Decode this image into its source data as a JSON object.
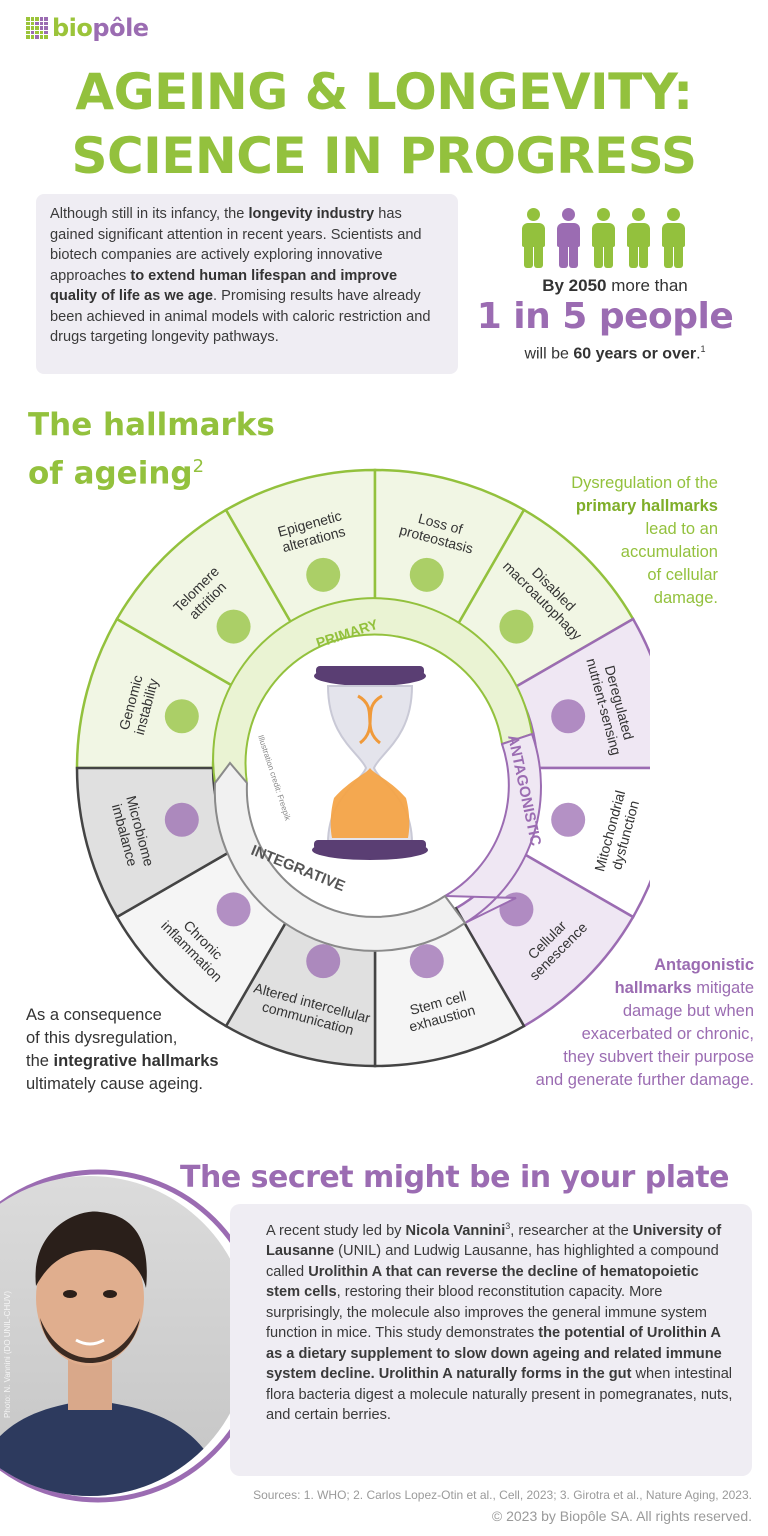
{
  "logo": {
    "brand": "bio",
    "brand_accent": "pôle"
  },
  "title": {
    "line1": "AGEING & LONGEVITY:",
    "line2": "SCIENCE IN PROGRESS"
  },
  "intro": {
    "p1": "Although still in its infancy, the ",
    "b1": "longevity industry",
    "p2": " has gained significant attention in recent years. Scientists and biotech companies are actively exploring innovative approaches ",
    "b2": "to extend human lifespan and improve quality of life as we age",
    "p3": ". Promising results have already been achieved in animal models with caloric restriction and drugs targeting longevity pathways."
  },
  "stat": {
    "year": "By 2050",
    "pre": " more than",
    "big": "1 in 5 people",
    "will": "will be ",
    "age": "60 years or over",
    "ref": "1"
  },
  "hallmarks": {
    "title1": "The hallmarks",
    "title2": "of ageing",
    "ref": "2",
    "ring": {
      "primary": "PRIMARY",
      "antagonistic": "ANTAGONISTIC",
      "integrative": "INTEGRATIVE"
    },
    "credit": "Illustration credit: Freepik",
    "segments": {
      "genomic": [
        "Genomic",
        "instability"
      ],
      "telomere": [
        "Telomere",
        "attrition"
      ],
      "epigenetic": [
        "Epigenetic",
        "alterations"
      ],
      "proteostasis": [
        "Loss of",
        "proteostasis"
      ],
      "autophagy": [
        "Disabled",
        "macroautophagy"
      ],
      "nutrient": [
        "Deregulated",
        "nutrient-sensing"
      ],
      "mito": [
        "Mitochondrial",
        "dysfunction"
      ],
      "senescence": [
        "Cellular",
        "senescence"
      ],
      "stemcell": [
        "Stem cell",
        "exhaustion"
      ],
      "intercellular": [
        "Altered intercellular",
        "communication"
      ],
      "inflammation": [
        "Chronic",
        "inflammation"
      ],
      "microbiome": [
        "Microbiome",
        "imbalance"
      ]
    },
    "note_primary": {
      "a": "Dysregulation of the",
      "b": "primary hallmarks",
      "c": "lead to an",
      "d": "accumulation",
      "e": "of cellular",
      "f": "damage."
    },
    "note_antag": {
      "a": "Antagonistic",
      "b": "hallmarks",
      "c": " mitigate",
      "d": "damage but when",
      "e": "exacerbated or chronic,",
      "f": "they subvert their purpose",
      "g": "and generate further damage."
    },
    "note_integ": {
      "a": "As a consequence",
      "b": "of this dysregulation,",
      "c": "the ",
      "d": "integrative hallmarks",
      "e": "ultimately cause ageing."
    }
  },
  "secret": {
    "title": "The secret might be in your plate",
    "photo_credit": "Photo: N. Vannini (DO UNIL-CHUV)",
    "t1": "A recent study led by ",
    "b1": "Nicola Vannini",
    "ref": "3",
    "t2": ", researcher at the ",
    "b2": "University of Lausanne",
    "t3": " (UNIL) and Ludwig Lausanne, has highlighted a compound called ",
    "b3": "Urolithin A that can reverse the decline of hematopoietic stem cells",
    "t4": ", restoring their blood reconstitution capacity. More surprisingly, the molecule also improves the general immune system function in mice. This study demonstrates ",
    "b4": "the potential of Urolithin A as a dietary supplement to slow down ageing and related immune system decline. Urolithin A naturally forms in the gut",
    "t5": " when intestinal flora bacteria digest a molecule naturally present in pomegranates, nuts, and certain berries."
  },
  "footer": {
    "sources": "Sources: 1. WHO; 2. Carlos Lopez-Otin et al., Cell, 2023; 3. Girotra et al., Nature Aging, 2023.",
    "copyright": "© 2023 by Biopôle SA. All rights reserved."
  },
  "colors": {
    "green": "#93c13d",
    "purple": "#9b6cb2",
    "lightgreen": "#f1f6e4",
    "lightpurple": "#efe7f3",
    "gray": "#e0e0e0",
    "lightgray": "#f3f3f3"
  }
}
